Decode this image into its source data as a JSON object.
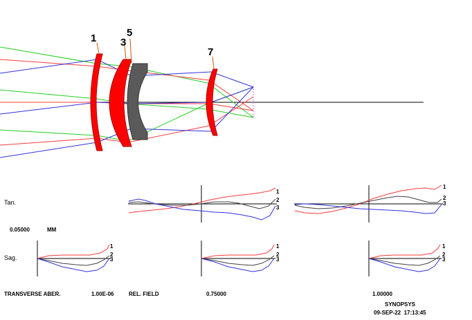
{
  "lens_labels": [
    "1",
    "3",
    "5",
    "7"
  ],
  "fan_labels": {
    "tan": "Tan.",
    "sag": "Sag.",
    "scale_value": "0.05000",
    "scale_unit": "MM",
    "curve_ids": [
      "1",
      "2",
      "3"
    ]
  },
  "footer": {
    "title": "TRANSVERSE ABER.",
    "wavelength": "1.00E-06",
    "field_label": "REL. FIELD",
    "fields": [
      "0.75000",
      "1.00000"
    ],
    "brand": "SYNOPSYS",
    "datetime": "09-SEP-22  17:13:45"
  },
  "colors": {
    "lens_fill": "#ff0000",
    "lens_edge": "#cc0000",
    "dark_element": "#5a5a5a",
    "ray_red": "#ff3b3b",
    "ray_blue": "#3030e0",
    "ray_green": "#1fcf1f",
    "axis": "#000000",
    "curve_1": "#ff3b3b",
    "curve_2": "#404040",
    "curve_3": "#3030e0",
    "leader": "#cc5500"
  }
}
